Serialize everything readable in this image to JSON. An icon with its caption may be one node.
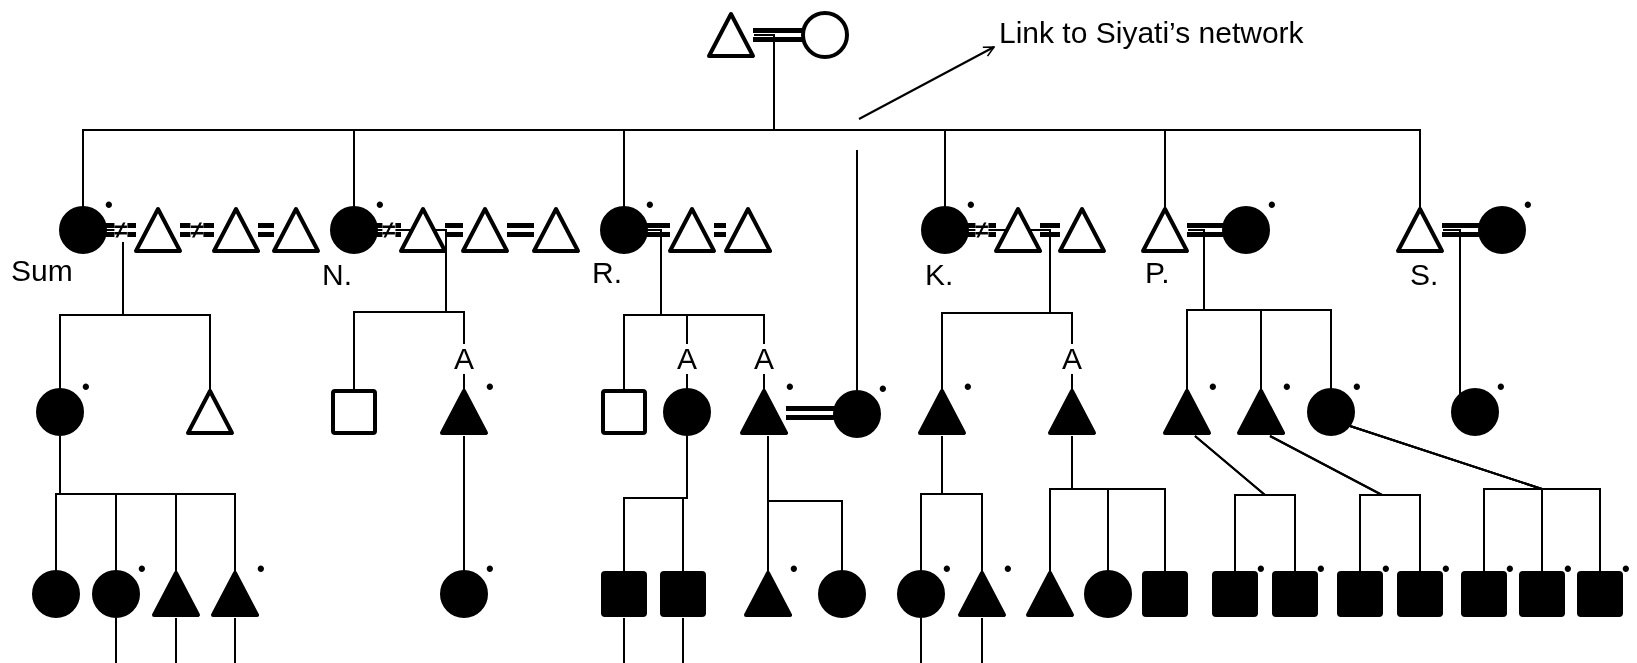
{
  "diagram": {
    "nodes": [
      {
        "text": [],
        "shape": "triangle"
      },
      {
        "text": [],
        "shape": "circle"
      },
      {
        "text": [
          "Link to Siyati’s network"
        ]
      },
      {
        "text": [],
        "shape": "circle",
        "beside": [
          "Sum",
          "•"
        ]
      },
      {
        "text": [],
        "shape": "triangle"
      },
      {
        "text": [],
        "shape": "triangle"
      },
      {
        "text": [],
        "shape": "triangle"
      },
      {
        "text": [],
        "shape": "circle",
        "beside": [
          "N.",
          "•"
        ]
      },
      {
        "text": [],
        "shape": "triangle"
      },
      {
        "text": [],
        "shape": "triangle"
      },
      {
        "text": [],
        "shape": "triangle"
      },
      {
        "text": [],
        "shape": "circle",
        "beside": [
          "R.",
          "•"
        ]
      },
      {
        "text": [],
        "shape": "triangle"
      },
      {
        "text": [],
        "shape": "triangle"
      },
      {
        "text": [],
        "shape": "circle",
        "beside": [
          "K.",
          "•"
        ]
      },
      {
        "text": [],
        "shape": "triangle"
      },
      {
        "text": [],
        "shape": "triangle"
      },
      {
        "text": [],
        "shape": "triangle",
        "beside": [
          "P."
        ]
      },
      {
        "text": [],
        "shape": "circle",
        "beside": [
          "•"
        ]
      },
      {
        "text": [],
        "shape": "triangle",
        "beside": [
          "S."
        ]
      },
      {
        "text": [],
        "shape": "circle",
        "beside": [
          "•"
        ]
      },
      {
        "text": [],
        "shape": "circle",
        "beside": [
          "•"
        ]
      },
      {
        "text": [],
        "shape": "triangle"
      },
      {
        "text": [],
        "shape": "box"
      },
      {
        "text": [],
        "shape": "triangle",
        "beside": [
          "•"
        ]
      },
      {
        "text": [],
        "shape": "box"
      },
      {
        "text": [],
        "shape": "circle"
      },
      {
        "text": [],
        "shape": "triangle",
        "beside": [
          "•"
        ]
      },
      {
        "text": [],
        "shape": "circle",
        "beside": [
          "•"
        ]
      },
      {
        "text": [],
        "shape": "triangle",
        "beside": [
          "•"
        ]
      },
      {
        "text": [],
        "shape": "triangle"
      },
      {
        "text": [],
        "shape": "triangle",
        "beside": [
          "•"
        ]
      },
      {
        "text": [],
        "shape": "triangle",
        "beside": [
          "•"
        ]
      },
      {
        "text": [],
        "shape": "circle",
        "beside": [
          "•"
        ]
      },
      {
        "text": [],
        "shape": "circle",
        "beside": [
          "•"
        ]
      },
      {
        "text": [],
        "shape": "circle"
      },
      {
        "text": [],
        "shape": "circle",
        "beside": [
          "•"
        ]
      },
      {
        "text": [],
        "shape": "triangle"
      },
      {
        "text": [],
        "shape": "triangle",
        "beside": [
          "•"
        ]
      },
      {
        "text": [],
        "shape": "circle",
        "beside": [
          "•"
        ]
      },
      {
        "text": [],
        "shape": "box"
      },
      {
        "text": [],
        "shape": "box"
      },
      {
        "text": [],
        "shape": "triangle",
        "beside": [
          "•"
        ]
      },
      {
        "text": [],
        "shape": "circle"
      },
      {
        "text": [],
        "shape": "circle",
        "beside": [
          "•"
        ]
      },
      {
        "text": [],
        "shape": "triangle",
        "beside": [
          "•"
        ]
      },
      {
        "text": [],
        "shape": "triangle"
      },
      {
        "text": [],
        "shape": "circle"
      },
      {
        "text": [],
        "shape": "box"
      },
      {
        "text": [],
        "shape": "box",
        "beside": [
          "•"
        ]
      },
      {
        "text": [],
        "shape": "box",
        "beside": [
          "•"
        ]
      },
      {
        "text": [],
        "shape": "box",
        "beside": [
          "•"
        ]
      },
      {
        "text": [],
        "shape": "box",
        "beside": [
          "•"
        ]
      },
      {
        "text": [],
        "shape": "box",
        "beside": [
          "•"
        ]
      },
      {
        "text": [],
        "shape": "box",
        "beside": [
          "•"
        ]
      },
      {
        "text": [],
        "shape": "box",
        "beside": [
          "•"
        ]
      }
    ],
    "edges": [
      {
        "from": 0,
        "to": 1,
        "arrow": "none",
        "style": "thick"
      },
      {
        "from": null,
        "to": 2,
        "arrow": "to"
      },
      {
        "from": 0,
        "to": 3,
        "arrow": "none"
      },
      {
        "from": 0,
        "to": 7,
        "arrow": "none"
      },
      {
        "from": 0,
        "to": 11,
        "arrow": "none"
      },
      {
        "from": 0,
        "to": 14,
        "arrow": "none"
      },
      {
        "from": 0,
        "to": 17,
        "arrow": "none"
      },
      {
        "from": 0,
        "to": 19,
        "arrow": "none"
      },
      {
        "from": 3,
        "to": 4,
        "arrow": "none",
        "label": "≠",
        "style": "thick"
      },
      {
        "from": 4,
        "to": 5,
        "arrow": "none",
        "label": "≠",
        "style": "thick"
      },
      {
        "from": 5,
        "to": 6,
        "arrow": "none",
        "style": "thick"
      },
      {
        "from": 7,
        "to": 8,
        "arrow": "none",
        "label": "≠",
        "style": "thick"
      },
      {
        "from": 8,
        "to": 9,
        "arrow": "none",
        "style": "thick"
      },
      {
        "from": 9,
        "to": 10,
        "arrow": "none",
        "style": "thick"
      },
      {
        "from": 11,
        "to": 12,
        "arrow": "none",
        "style": "thick"
      },
      {
        "from": 12,
        "to": 13,
        "arrow": "none",
        "style": "thick"
      },
      {
        "from": 14,
        "to": 15,
        "arrow": "none",
        "label": "≠",
        "style": "thick"
      },
      {
        "from": 15,
        "to": 16,
        "arrow": "none",
        "style": "thick"
      },
      {
        "from": 17,
        "to": 18,
        "arrow": "none",
        "style": "thick"
      },
      {
        "from": 19,
        "to": 20,
        "arrow": "none",
        "style": "thick"
      },
      {
        "from": 3,
        "to": 21,
        "arrow": "none"
      },
      {
        "from": 3,
        "to": 22,
        "arrow": "none"
      },
      {
        "from": 7,
        "to": 23,
        "arrow": "none"
      },
      {
        "from": 7,
        "to": 24,
        "arrow": "none",
        "label": "A"
      },
      {
        "from": 11,
        "to": 25,
        "arrow": "none"
      },
      {
        "from": 11,
        "to": 26,
        "arrow": "none",
        "label": "A"
      },
      {
        "from": 11,
        "to": 27,
        "arrow": "none",
        "label": "A"
      },
      {
        "from": 27,
        "to": 28,
        "arrow": "none",
        "style": "thick"
      },
      {
        "from": null,
        "to": 28,
        "arrow": "none"
      },
      {
        "from": 14,
        "to": 29,
        "arrow": "none"
      },
      {
        "from": 14,
        "to": 30,
        "arrow": "none",
        "label": "A"
      },
      {
        "from": 17,
        "to": 31,
        "arrow": "none"
      },
      {
        "from": 17,
        "to": 32,
        "arrow": "none"
      },
      {
        "from": 17,
        "to": 33,
        "arrow": "none"
      },
      {
        "from": 19,
        "to": 34,
        "arrow": "none"
      },
      {
        "from": 21,
        "to": 35,
        "arrow": "none"
      },
      {
        "from": 21,
        "to": 36,
        "arrow": "none"
      },
      {
        "from": 21,
        "to": 37,
        "arrow": "none"
      },
      {
        "from": 21,
        "to": 38,
        "arrow": "none"
      },
      {
        "from": 24,
        "to": 39,
        "arrow": "none"
      },
      {
        "from": 26,
        "to": 40,
        "arrow": "none"
      },
      {
        "from": 26,
        "to": 41,
        "arrow": "none"
      },
      {
        "from": 27,
        "to": 42,
        "arrow": "none"
      },
      {
        "from": 27,
        "to": 43,
        "arrow": "none"
      },
      {
        "from": 29,
        "to": 44,
        "arrow": "none"
      },
      {
        "from": 29,
        "to": 45,
        "arrow": "none"
      },
      {
        "from": 30,
        "to": 46,
        "arrow": "none"
      },
      {
        "from": 30,
        "to": 47,
        "arrow": "none"
      },
      {
        "from": 30,
        "to": 48,
        "arrow": "none"
      },
      {
        "from": 31,
        "to": 49,
        "arrow": "none"
      },
      {
        "from": 31,
        "to": 50,
        "arrow": "none"
      },
      {
        "from": 32,
        "to": 51,
        "arrow": "none"
      },
      {
        "from": 32,
        "to": 52,
        "arrow": "none"
      },
      {
        "from": 33,
        "to": 53,
        "arrow": "none"
      },
      {
        "from": 33,
        "to": 54,
        "arrow": "none"
      },
      {
        "from": 33,
        "to": 55,
        "arrow": "none"
      },
      {
        "from": 36,
        "to": null,
        "arrow": "none"
      },
      {
        "from": 37,
        "to": null,
        "arrow": "none"
      },
      {
        "from": 38,
        "to": null,
        "arrow": "none"
      },
      {
        "from": 40,
        "to": null,
        "arrow": "none"
      },
      {
        "from": 41,
        "to": null,
        "arrow": "none"
      },
      {
        "from": 44,
        "to": null,
        "arrow": "none"
      },
      {
        "from": 45,
        "to": null,
        "arrow": "none"
      }
    ]
  }
}
